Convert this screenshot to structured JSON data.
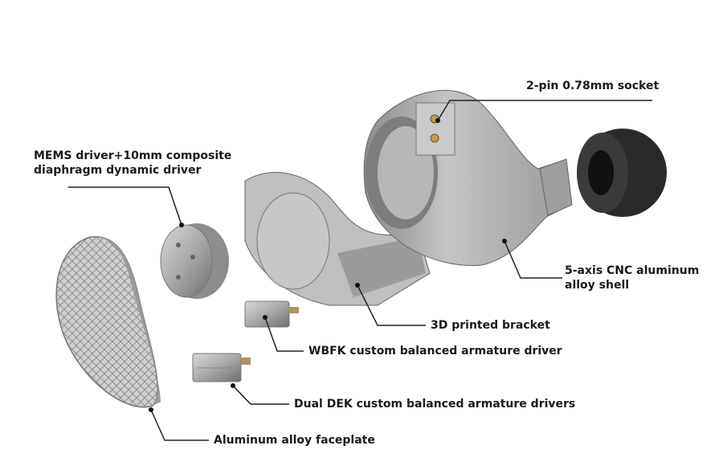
{
  "labels": {
    "socket": "2-pin 0.78mm socket",
    "mems_line1": "MEMS driver+10mm composite",
    "mems_line2": "diaphragm dynamic driver",
    "shell_line1": "5-axis CNC aluminum",
    "shell_line2": "alloy shell",
    "bracket": "3D printed bracket",
    "wbfk": "WBFK custom balanced armature driver",
    "dek": "Dual DEK custom balanced armature drivers",
    "faceplate": "Aluminum alloy faceplate"
  }
}
